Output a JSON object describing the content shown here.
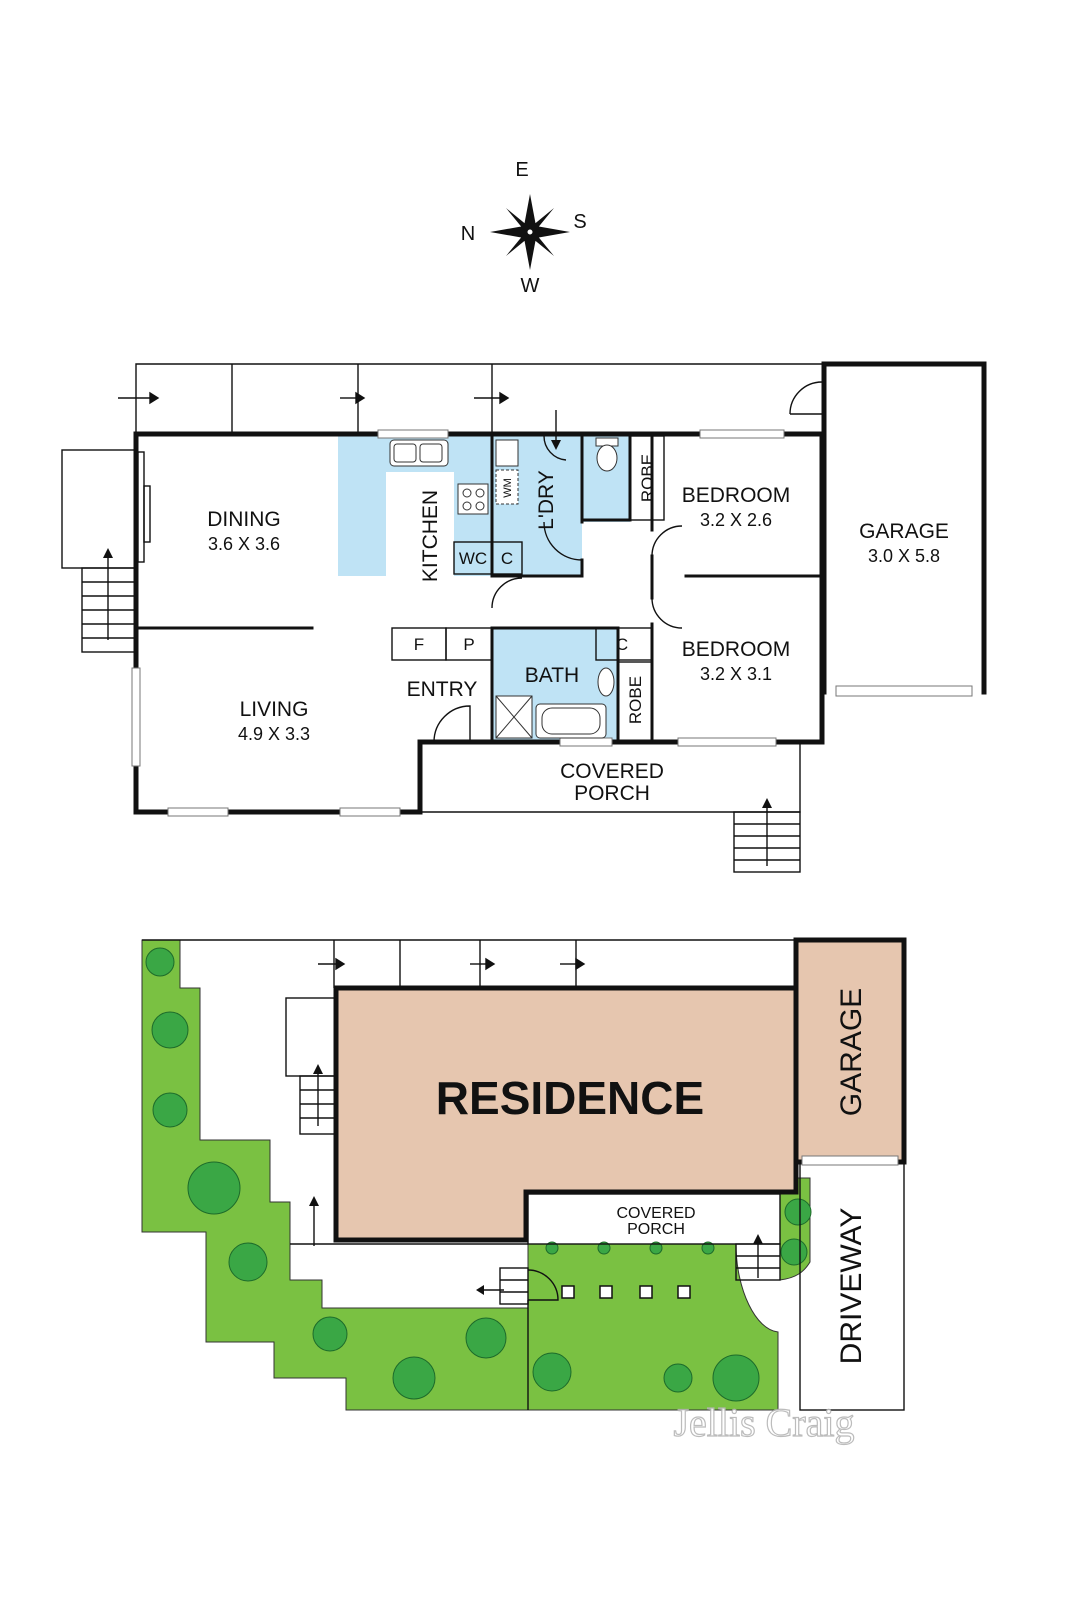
{
  "compass": {
    "north": "N",
    "south": "S",
    "east": "E",
    "west": "W"
  },
  "floor_plan": {
    "dining": {
      "label": "DINING",
      "size": "3.6 X 3.6"
    },
    "living": {
      "label": "LIVING",
      "size": "4.9 X 3.3"
    },
    "kitchen": {
      "label": "KITCHEN"
    },
    "laundry": {
      "label": "L'DRY"
    },
    "wm": "WM",
    "wc": "WC",
    "cupboard": "C",
    "fridge": "F",
    "pantry": "P",
    "entry": "ENTRY",
    "bath": "BATH",
    "robe": "ROBE",
    "bedroom_1": {
      "label": "BEDROOM",
      "size": "3.2 X 2.6"
    },
    "bedroom_2": {
      "label": "BEDROOM",
      "size": "3.2 X 3.1"
    },
    "garage": {
      "label": "GARAGE",
      "size": "3.0 X 5.8"
    },
    "covered_porch": {
      "line1": "COVERED",
      "line2": "PORCH"
    }
  },
  "site_plan": {
    "residence": "RESIDENCE",
    "garage": "GARAGE",
    "driveway": "DRIVEWAY",
    "covered_porch": {
      "line1": "COVERED",
      "line2": "PORCH"
    }
  },
  "watermark": "Jellis Craig",
  "colors": {
    "wet_area": "#bfe3f5",
    "residence": "#e6c6af",
    "garden": "#7ac142",
    "tree": "#3aa745",
    "walls": "#111111"
  }
}
